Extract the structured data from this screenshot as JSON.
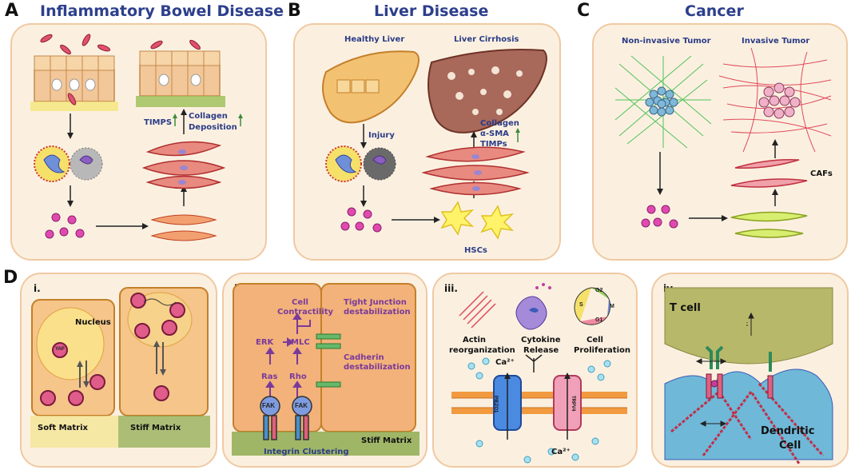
{
  "panels": {
    "A": {
      "letter": "A",
      "title": "Inflammatory Bowel Disease",
      "timps": "TIMPS",
      "collagen": "Collagen",
      "deposition": "Deposition"
    },
    "B": {
      "letter": "B",
      "title": "Liver Disease",
      "healthy": "Healthy Liver",
      "cirrhosis": "Liver Cirrhosis",
      "injury": "Injury",
      "collagen": "Collagen",
      "asma": "α-SMA",
      "timps": "TIMPs",
      "hscs": "HSCs"
    },
    "C": {
      "letter": "C",
      "title": "Cancer",
      "noninvasive": "Non-invasive Tumor",
      "invasive": "Invasive Tumor",
      "cafs": "CAFs"
    },
    "D": {
      "letter": "D",
      "i": {
        "numeral": "i.",
        "nucleus": "Nucleus",
        "yap": "YAP",
        "soft": "Soft Matrix",
        "stiff": "Stiff Matrix"
      },
      "ii": {
        "numeral": "ii.",
        "cell_contractility_1": "Cell",
        "cell_contractility_2": "Contractility",
        "tight_junction_1": "Tight Junction",
        "tight_junction_2": "destabilization",
        "cadherin_1": "Cadherin",
        "cadherin_2": "destabilization",
        "erk": "ERK",
        "mlc": "MLC",
        "ras": "Ras",
        "rho": "Rho",
        "fak": "FAK",
        "stiff": "Stiff Matrix",
        "integrin": "Integrin Clustering"
      },
      "iii": {
        "numeral": "iii.",
        "actin_1": "Actin",
        "actin_2": "reorganization",
        "cytokine_1": "Cytokine",
        "cytokine_2": "Release",
        "prolif_1": "Cell",
        "prolif_2": "Proliferation",
        "g1": "G1",
        "g2": "G2",
        "s": "S",
        "m": "M",
        "ca_top": "Ca²⁺",
        "ca_bottom": "Ca²⁺",
        "piezo": "PIEZO1",
        "trpv": "TRPV4"
      },
      "iv": {
        "numeral": "iv.",
        "tcell": "T cell",
        "dendritic_1": "Dendritic",
        "dendritic_2": "Cell"
      }
    }
  },
  "colors": {
    "title_blue": "#2d3f8c",
    "panel_bg": "#fbf0e0",
    "panel_border": "#f0c9a2",
    "label_purple": "#7a3a9a",
    "increase_arrow": "#3c8a3c"
  }
}
